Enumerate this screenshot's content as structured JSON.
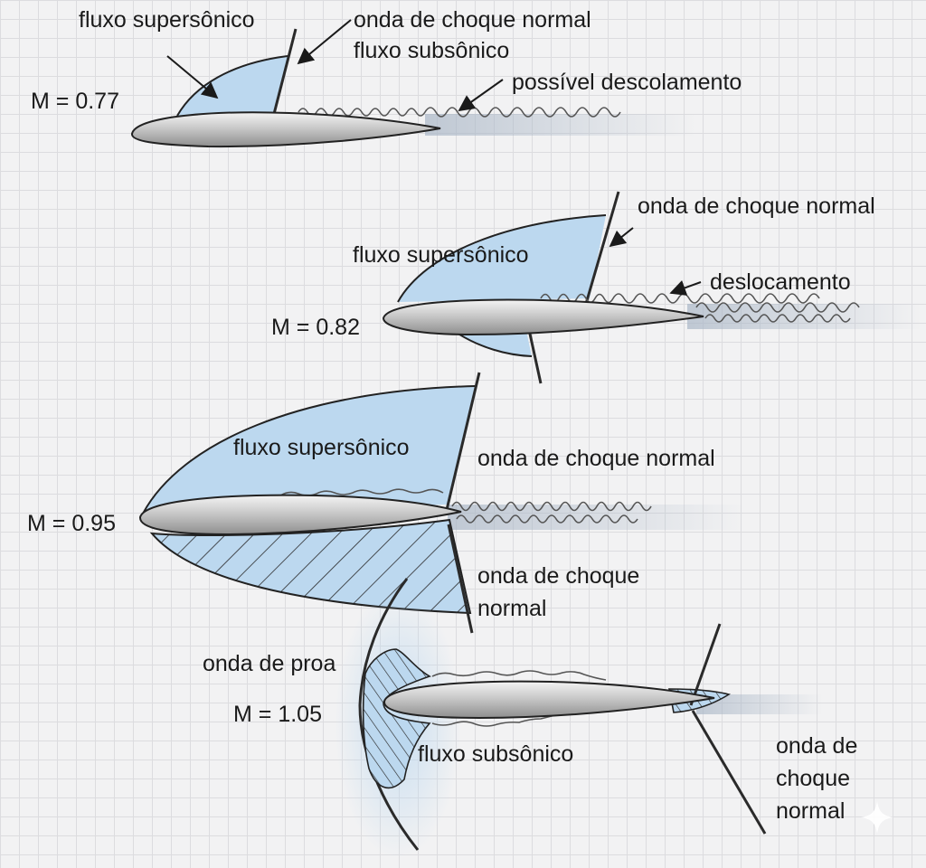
{
  "diagrams": [
    {
      "mach": "M = 0.77",
      "labels": {
        "supersonic": "fluxo supersônico",
        "shock": "onda de choque normal",
        "subsonic": "fluxo subsônico",
        "separation": "possível descolamento"
      }
    },
    {
      "mach": "M = 0.82",
      "labels": {
        "shock": "onda de choque normal",
        "supersonic": "fluxo supersônico",
        "separation": "deslocamento"
      }
    },
    {
      "mach": "M = 0.95",
      "labels": {
        "supersonic": "fluxo supersônico",
        "shock_upper": "onda de choque normal",
        "shock_lower_1": "onda de choque",
        "shock_lower_2": "normal"
      }
    },
    {
      "mach": "M = 1.05",
      "labels": {
        "bow_wave": "onda de proa",
        "subsonic": "fluxo subsônico",
        "shock_1": "onda de",
        "shock_2": "choque",
        "shock_3": "normal"
      }
    }
  ],
  "colors": {
    "supersonic_region": "#bcd8ef",
    "airfoil": "#c8c8c8",
    "grid": "#dcdcdf",
    "background": "#f2f2f3"
  }
}
